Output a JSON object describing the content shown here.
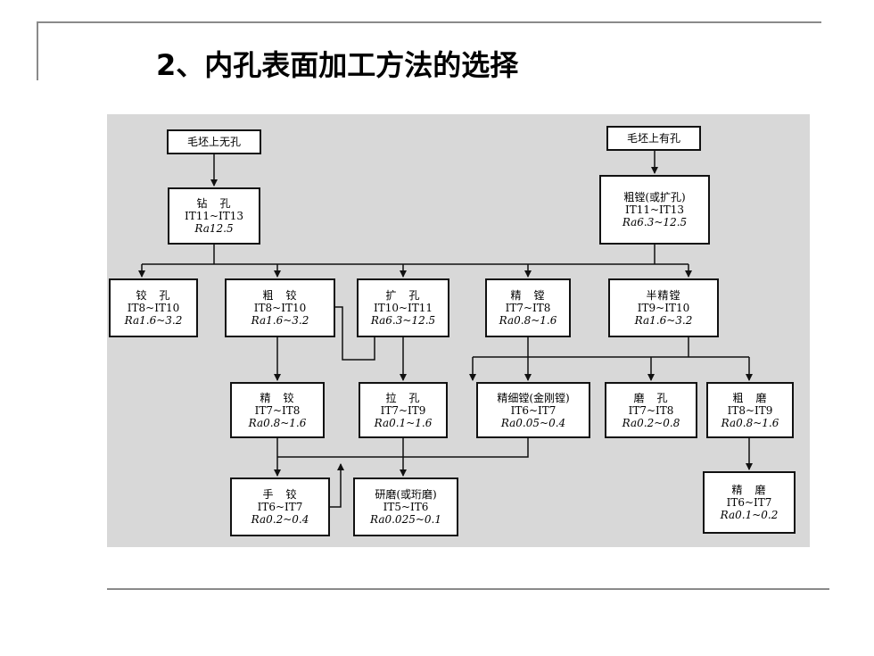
{
  "title": "2、内孔表面加工方法的选择",
  "nodes": {
    "no_hole": {
      "label": "毛坯上无孔"
    },
    "has_hole": {
      "label": "毛坯上有孔"
    },
    "drill": {
      "name": "钻　孔",
      "it": "IT11~IT13",
      "ra": "Ra12.5"
    },
    "rough_bore": {
      "name": "粗镗(或扩孔)",
      "it": "IT11~IT13",
      "ra": "Ra6.3~12.5"
    },
    "ream": {
      "name": "铰　孔",
      "it": "IT8~IT10",
      "ra": "Ra1.6~3.2"
    },
    "rough_ream": {
      "name": "粗　铰",
      "it": "IT8~IT10",
      "ra": "Ra1.6~3.2"
    },
    "expand": {
      "name": "扩　孔",
      "it": "IT10~IT11",
      "ra": "Ra6.3~12.5"
    },
    "fine_bore": {
      "name": "精　镗",
      "it": "IT7~IT8",
      "ra": "Ra0.8~1.6"
    },
    "semi_fine_bore": {
      "name": "半精镗",
      "it": "IT9~IT10",
      "ra": "Ra1.6~3.2"
    },
    "fine_ream": {
      "name": "精　铰",
      "it": "IT7~IT8",
      "ra": "Ra0.8~1.6"
    },
    "broach": {
      "name": "拉　孔",
      "it": "IT7~IT9",
      "ra": "Ra0.1~1.6"
    },
    "finest_bore": {
      "name": "精细镗(金刚镗)",
      "it": "IT6~IT7",
      "ra": "Ra0.05~0.4"
    },
    "grind": {
      "name": "磨　孔",
      "it": "IT7~IT8",
      "ra": "Ra0.2~0.8"
    },
    "rough_hone": {
      "name": "粗　磨",
      "it": "IT8~IT9",
      "ra": "Ra0.8~1.6"
    },
    "hand_ream": {
      "name": "手　铰",
      "it": "IT6~IT7",
      "ra": "Ra0.2~0.4"
    },
    "lap": {
      "name": "研磨(或珩磨)",
      "it": "IT5~IT6",
      "ra": "Ra0.025~0.1"
    },
    "fine_hone": {
      "name": "精　磨",
      "it": "IT6~IT7",
      "ra": "Ra0.1~0.2"
    }
  }
}
